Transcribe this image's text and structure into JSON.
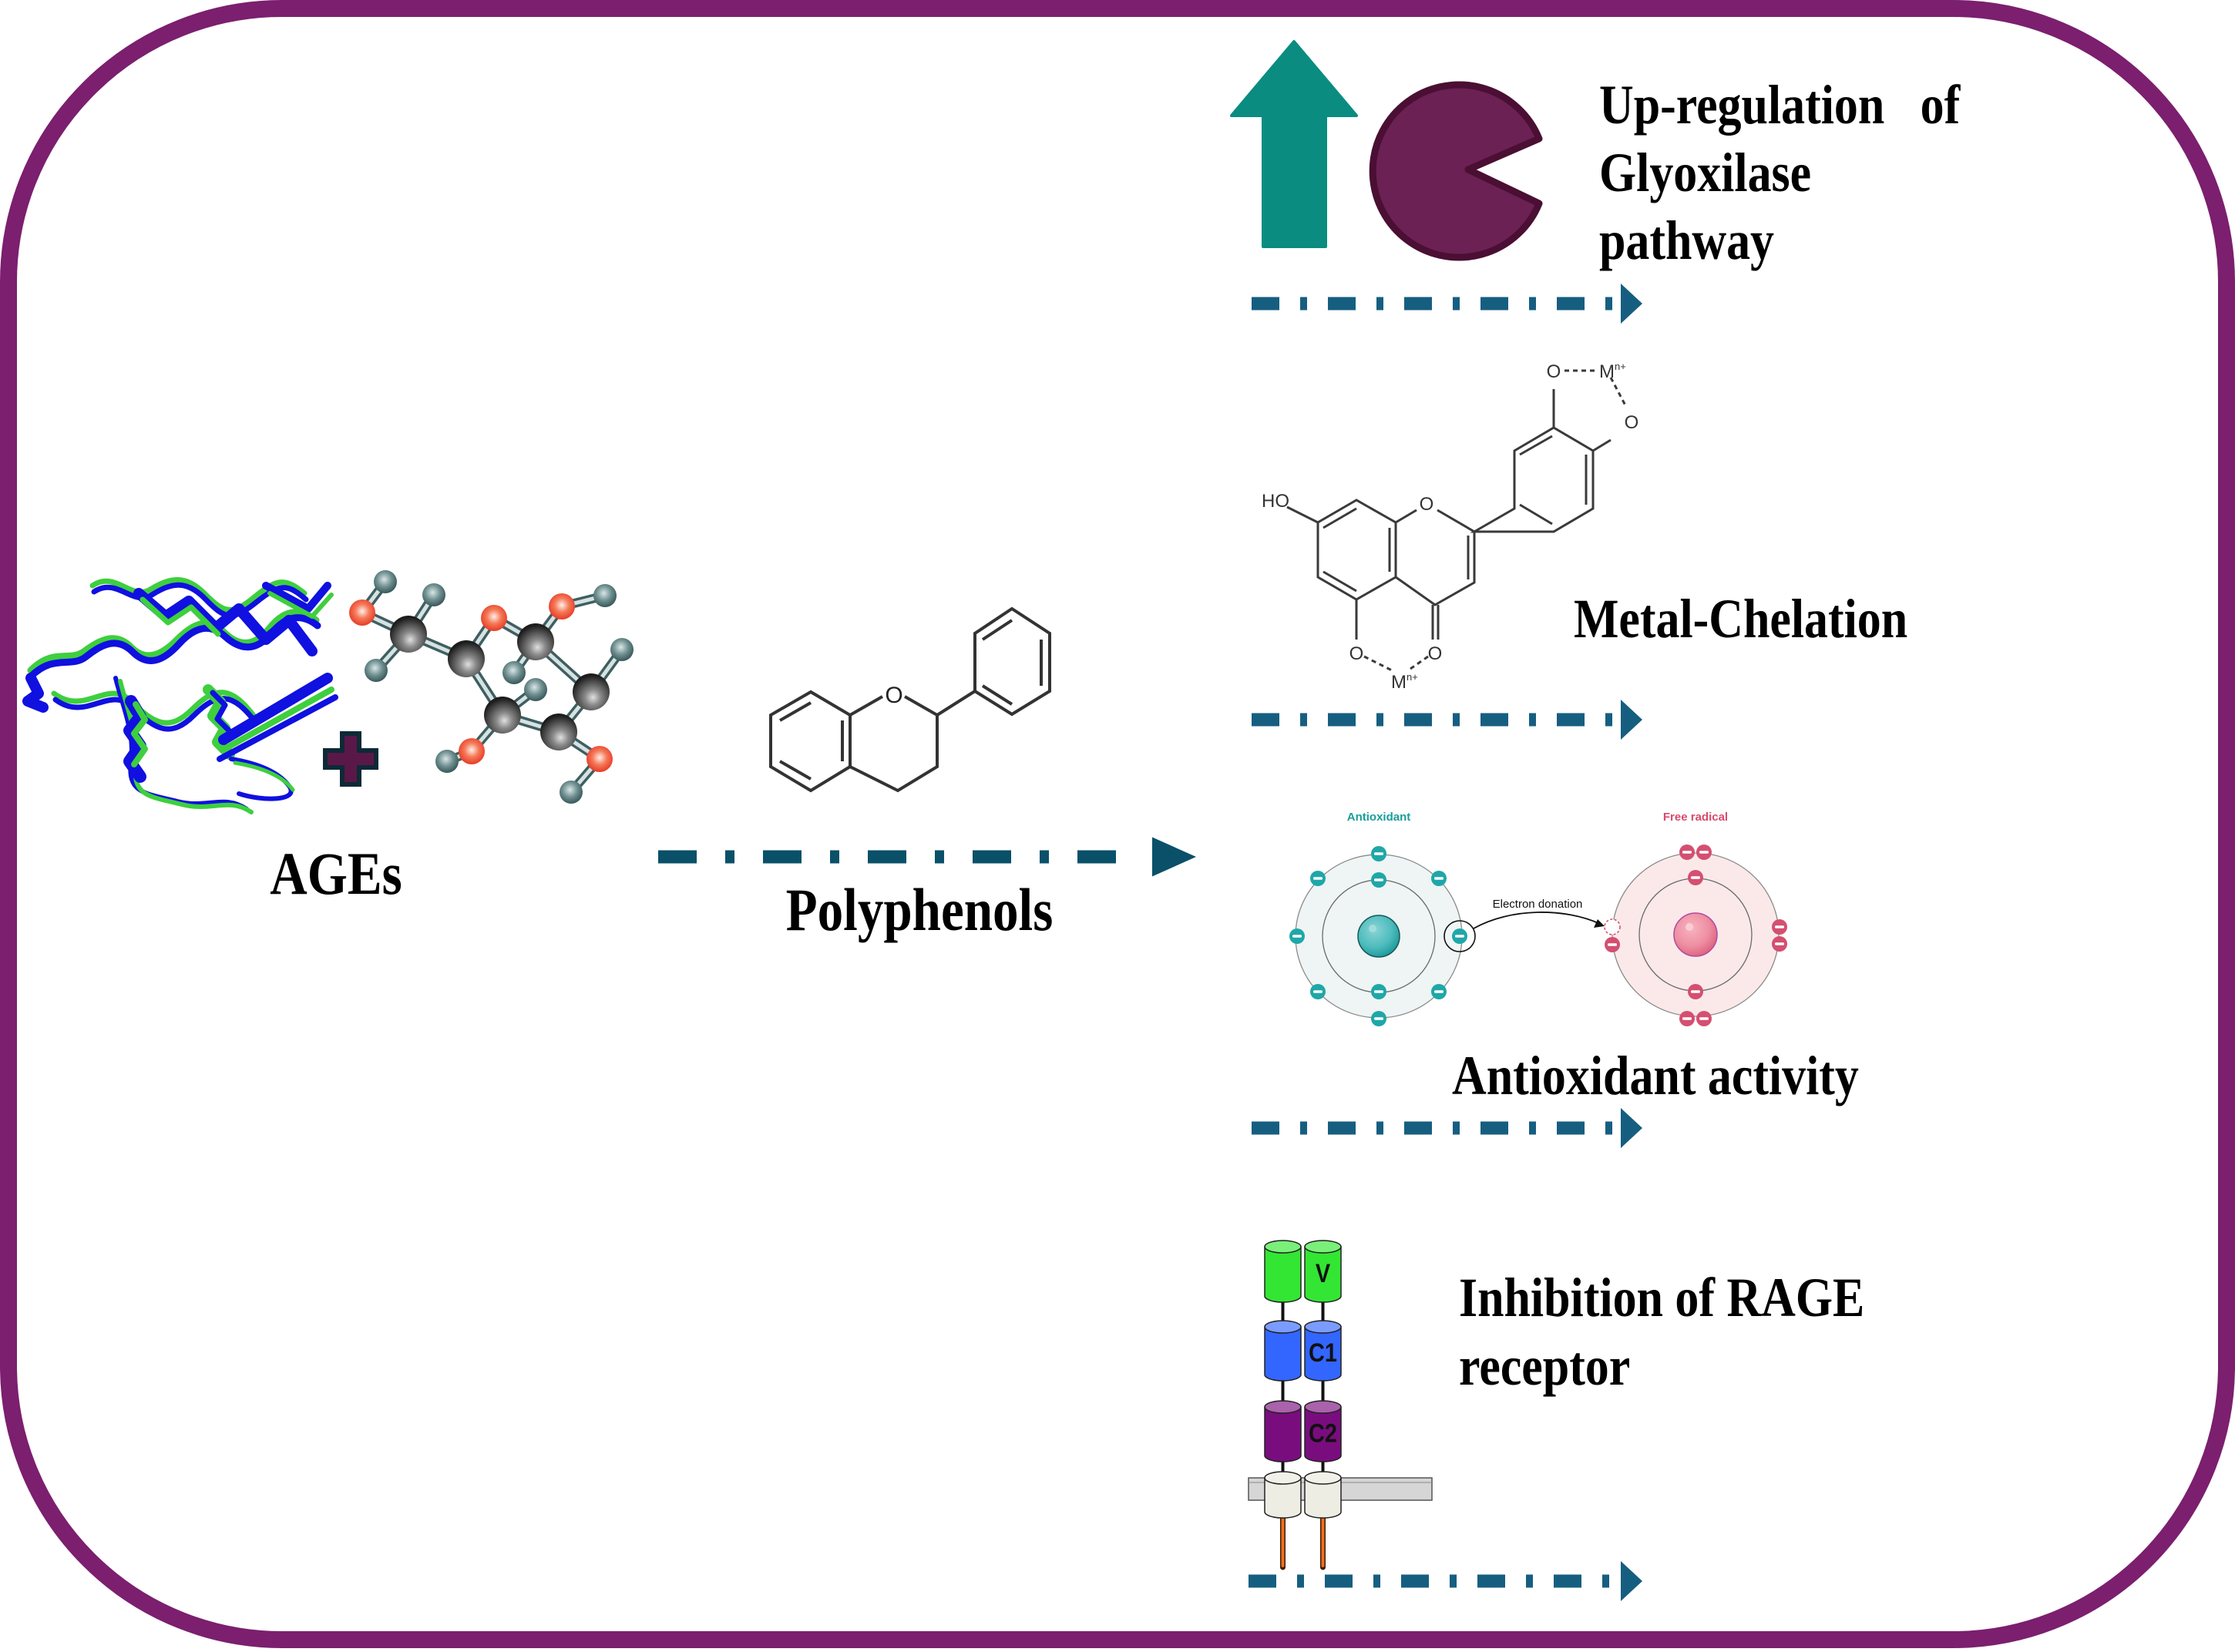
{
  "figure": {
    "frame_color": "#7B1F6E",
    "arrow_color_main": "#165E80",
    "arrow_color_polyphenols": "#0A5069"
  },
  "left": {
    "ages_label": "AGEs",
    "protein_icon": "protein-ribbon-structure",
    "sugar_icon": "glucose-ball-and-stick",
    "plus_icon": "plus-sign",
    "atom_colors": {
      "carbon": "#3a3a3a",
      "oxygen": "#e8452b",
      "hydrogen": "#5f7f80",
      "bond": "#9fb3b4"
    }
  },
  "center": {
    "polyphenols_label": "Polyphenols",
    "structure": {
      "oxygen_label": "O",
      "name": "flavan-skeleton"
    }
  },
  "mechanisms": [
    {
      "id": "glyoxalase",
      "lines": [
        "Up-regulation   of",
        "Glyoxilase",
        "pathway"
      ],
      "icons": [
        "up-arrow",
        "enzyme-pacman"
      ],
      "colors": {
        "arrow": "#0A8C80",
        "enzyme_fill": "#6B2154",
        "enzyme_stroke": "#4A0F33"
      }
    },
    {
      "id": "metal-chelation",
      "label": "Metal-Chelation",
      "structure_labels": {
        "ho": "HO",
        "ring_o": "O",
        "o_top": "O",
        "o_right": "O",
        "m_top": "M",
        "m_top_sup": "n+",
        "o_bottom_left": "O",
        "o_bottom_right": "O",
        "m_bottom": "M",
        "m_bottom_sup": "n+"
      }
    },
    {
      "id": "antioxidant",
      "label": "Antioxidant activity",
      "diagram": {
        "antioxidant_title": "Antioxidant",
        "free_radical_title": "Free radical",
        "arrow_label": "Electron donation",
        "colors": {
          "antioxidant": "#1FA7A8",
          "antioxidant_bg": "#EEF5F4",
          "radical": "#D44F70",
          "radical_bg": "#FBE9EA",
          "radical_title": "#D84A6E",
          "antioxidant_title": "#1A9E9A"
        },
        "electron_symbol": "−"
      }
    },
    {
      "id": "rage",
      "lines": [
        "Inhibition of RAGE",
        "receptor"
      ],
      "receptor_domains": [
        {
          "name": "V",
          "color": "#33E633"
        },
        {
          "name": "C1",
          "color": "#3366FF"
        },
        {
          "name": "C2",
          "color": "#7A0D7E"
        },
        {
          "name": "",
          "color": "#EEEDE4"
        }
      ]
    }
  ]
}
